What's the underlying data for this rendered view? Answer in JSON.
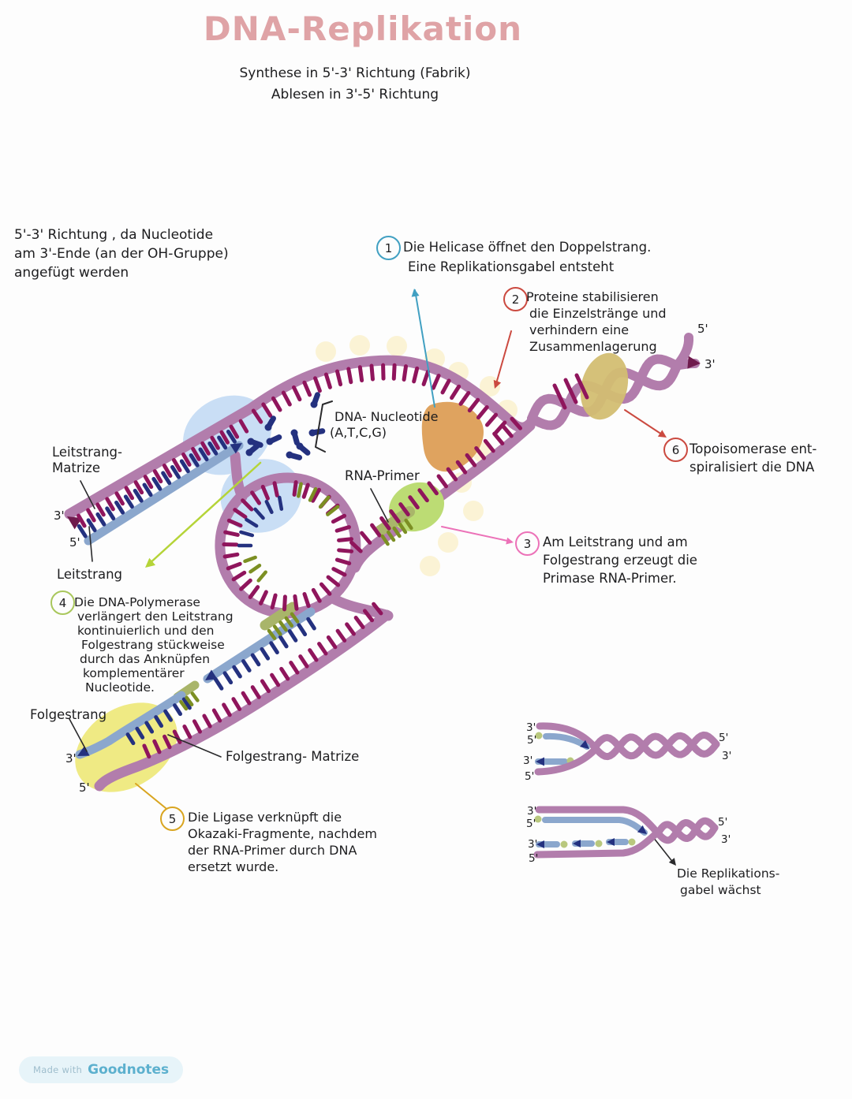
{
  "title": "DNA-Replikation",
  "subtitle": {
    "line1": "Synthese in 5'-3' Richtung (Fabrik)",
    "line2": "Ablesen in 3'-5' Richtung"
  },
  "note_53": {
    "line1": "5'-3' Richtung , da Nucleotide",
    "line2": "am 3'-Ende (an der OH-Gruppe)",
    "line3": "angefügt werden"
  },
  "annotations": [
    {
      "num": "1",
      "lines": [
        "Die Helicase öffnet den Doppelstrang.",
        "Eine Replikationsgabel entsteht"
      ]
    },
    {
      "num": "2",
      "lines": [
        "Proteine stabilisieren",
        "die Einzelstränge und",
        "verhindern eine",
        "Zusammenlagerung"
      ]
    },
    {
      "num": "3",
      "lines": [
        "Am Leitstrang und am",
        "Folgestrang erzeugt die",
        "Primase RNA-Primer."
      ]
    },
    {
      "num": "4",
      "lines": [
        "Die DNA-Polymerase",
        "verlängert den Leitstrang",
        "kontinuierlich und den",
        "Folgestrang stückweise",
        "durch das Anknüpfen",
        "komplementärer",
        "Nucleotide."
      ]
    },
    {
      "num": "5",
      "lines": [
        "Die Ligase verknüpft die",
        "Okazaki-Fragmente, nachdem",
        "der RNA-Primer durch DNA",
        "ersetzt wurde."
      ]
    },
    {
      "num": "6",
      "lines": [
        "Topoisomerase ent-",
        "spiralisiert die DNA"
      ]
    }
  ],
  "labels": {
    "leitstrang_matrize_1": "Leitstrang-",
    "leitstrang_matrize_2": "Matrize",
    "leitstrang": "Leitstrang",
    "dna_nucleotide_1": "DNA- Nucleotide",
    "dna_nucleotide_2": "(A,T,C,G)",
    "rna_primer": "RNA-Primer",
    "folgestrang": "Folgestrang",
    "folgestrang_matrize": "Folgestrang- Matrize",
    "replikationsgabel_1": "Die Replikations-",
    "replikationsgabel_2": "gabel wächst"
  },
  "prime": {
    "three": "3'",
    "five": "5'"
  },
  "footer": {
    "made_with": "Made with",
    "brand": "Goodnotes"
  },
  "colors": {
    "strand": "#b27dac",
    "tick": "#8f155c",
    "new_strand": "#8ba7cd",
    "navy": "#24317f",
    "dark_plum": "#6f1b4d",
    "primer": "#7c8f23",
    "primer_light": "#a9b56a",
    "primase": "#bcdc74",
    "polymerase": "#c9def5",
    "helicase": "#dfa35f",
    "topoisomerase": "#d3be72",
    "ligase": "#ece66e",
    "ssb": "#fbf2d3",
    "dot_green": "#b9c87e",
    "ann1": "#41a0c2",
    "ann2": "#cb4a40",
    "ann3": "#ec72b8",
    "ann4": "#a9c75c",
    "ann5": "#d9a520",
    "ann6": "#cb4a40",
    "lime_arrow": "#b5d438",
    "ink": "#2a2a2c",
    "title": "#dfa3a6",
    "footer_bg": "#e7f4f9",
    "footer_brand": "#5cb0ce",
    "footer_muted": "#9fbecd"
  }
}
